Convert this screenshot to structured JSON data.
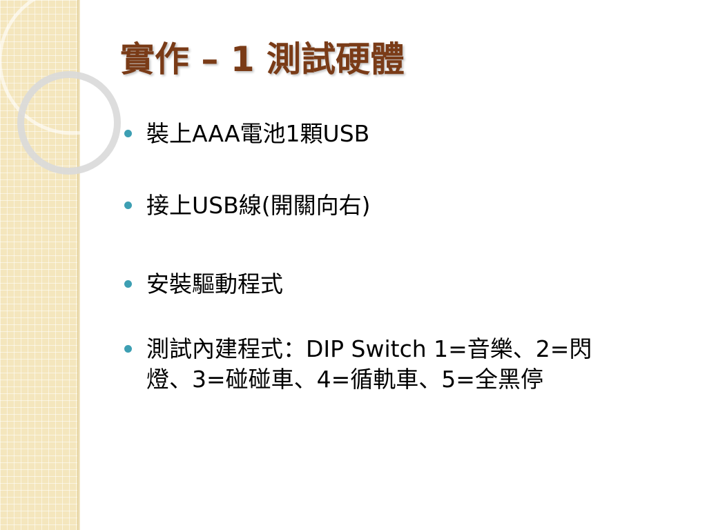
{
  "slide": {
    "title": "實作 – 1 測試硬體",
    "bullets": [
      {
        "text": "裝上AAA電池1顆USB"
      },
      {
        "text": "接上USB線(開關向右)"
      },
      {
        "text": "安裝驅動程式"
      },
      {
        "line1": "測試內建程式：DIP  Switch  1=音樂、2=閃",
        "line2": "燈、3=碰碰車、4=循軌車、5=全黑停"
      }
    ]
  },
  "colors": {
    "title": "#7a3b17",
    "bullet_dot": "#3d9fb3",
    "side_panel": "#f4e6bd"
  }
}
